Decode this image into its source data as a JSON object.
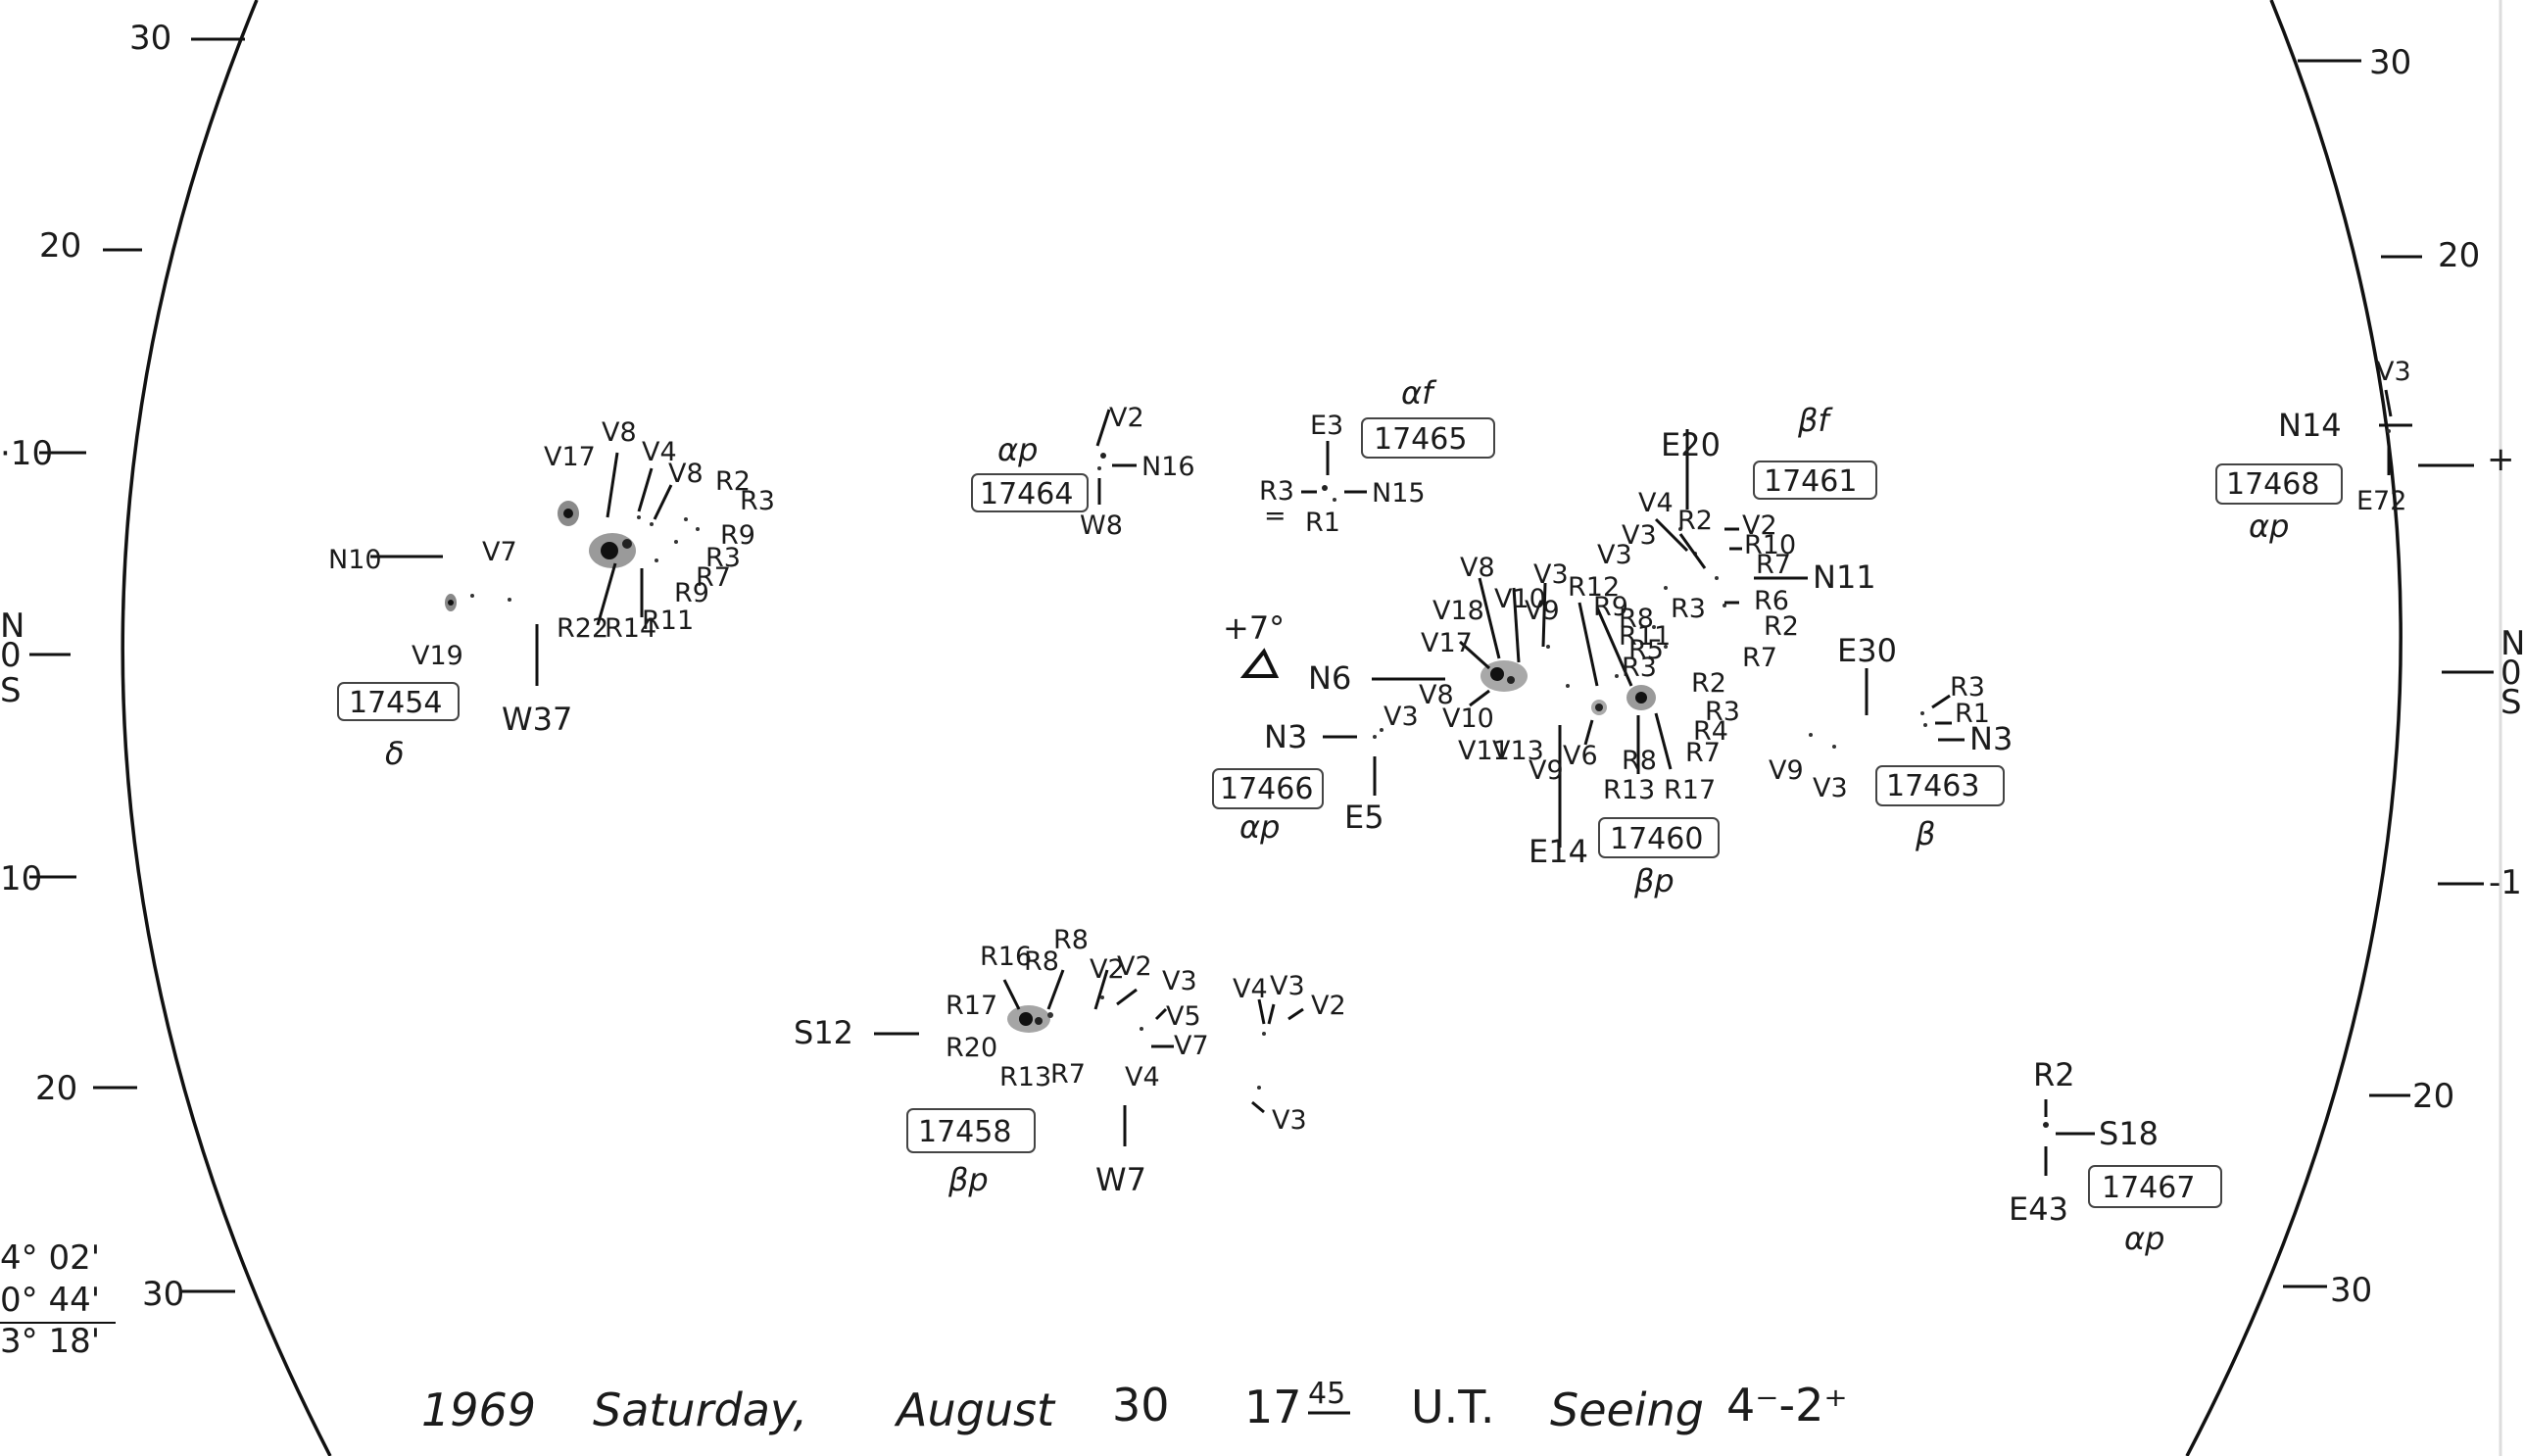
{
  "scale_labels": {
    "left": [
      "30",
      "20",
      "10",
      "0",
      "10",
      "20",
      "30"
    ],
    "right": [
      "30",
      "20",
      "+",
      "0",
      "-1",
      "20",
      "30"
    ],
    "left_partial": [
      "·10",
      "N",
      "S"
    ],
    "right_partial": [
      "N",
      "S"
    ]
  },
  "corner_notes": [
    "4° 02'",
    "0° 44'",
    "3° 18'"
  ],
  "groups": [
    {
      "region": "17454",
      "class": "δ",
      "labels": [
        "N10",
        "V7",
        "V19",
        "V17",
        "V8",
        "V4",
        "V8",
        "R2",
        "R3",
        "R9",
        "R3",
        "R7",
        "R9",
        "R22",
        "R14",
        "R11",
        "W37"
      ]
    },
    {
      "region": "17464",
      "class": "αp",
      "labels": [
        "V2",
        "N16",
        "W8"
      ]
    },
    {
      "region": "17465",
      "class": "αf",
      "labels": [
        "E3",
        "R3",
        "R1",
        "N15",
        "="
      ]
    },
    {
      "region": "17461",
      "class": "βf",
      "labels": [
        "E20",
        "V4",
        "V3",
        "R2",
        "V2",
        "R10",
        "R7",
        "N11",
        "R6",
        "V3",
        "R3",
        "R2",
        "R7"
      ]
    },
    {
      "region": "17460",
      "class": "βp",
      "labels": [
        "+7°",
        "N6",
        "V8",
        "V18",
        "V10",
        "V3",
        "V9",
        "R12",
        "R9",
        "R8",
        "R11",
        "R5",
        "R3",
        "V17",
        "V8",
        "V10",
        "V11",
        "V13",
        "V9",
        "V6",
        "R8",
        "R13",
        "R17",
        "R2",
        "R3",
        "R4",
        "R7",
        "E14"
      ]
    },
    {
      "region": "17466",
      "class": "αp",
      "labels": [
        "N3",
        "V3",
        "E5"
      ]
    },
    {
      "region": "17463",
      "class": "β",
      "labels": [
        "E30",
        "R3",
        "R1",
        "N3",
        "V9",
        "V3"
      ]
    },
    {
      "region": "17468",
      "class": "αp",
      "labels": [
        "V3",
        "N14",
        "E72"
      ]
    },
    {
      "region": "17458",
      "class": "βp",
      "labels": [
        "S12",
        "R16",
        "R8",
        "R8",
        "V2",
        "V2",
        "V3",
        "R17",
        "V5",
        "R20",
        "V7",
        "R13",
        "R7",
        "V4",
        "W7",
        "V4",
        "V3",
        "V2",
        "V3"
      ]
    },
    {
      "region": "17467",
      "class": "αp",
      "labels": [
        "R2",
        "S18",
        "E43"
      ]
    }
  ],
  "caption": {
    "year": "1969",
    "weekday": "Saturday,",
    "month": "August",
    "day": "30",
    "time": "17",
    "time_minutes": "45",
    "ut": "U.T.",
    "seeing_label": "Seeing",
    "seeing_value": "4⁻-2⁺"
  }
}
